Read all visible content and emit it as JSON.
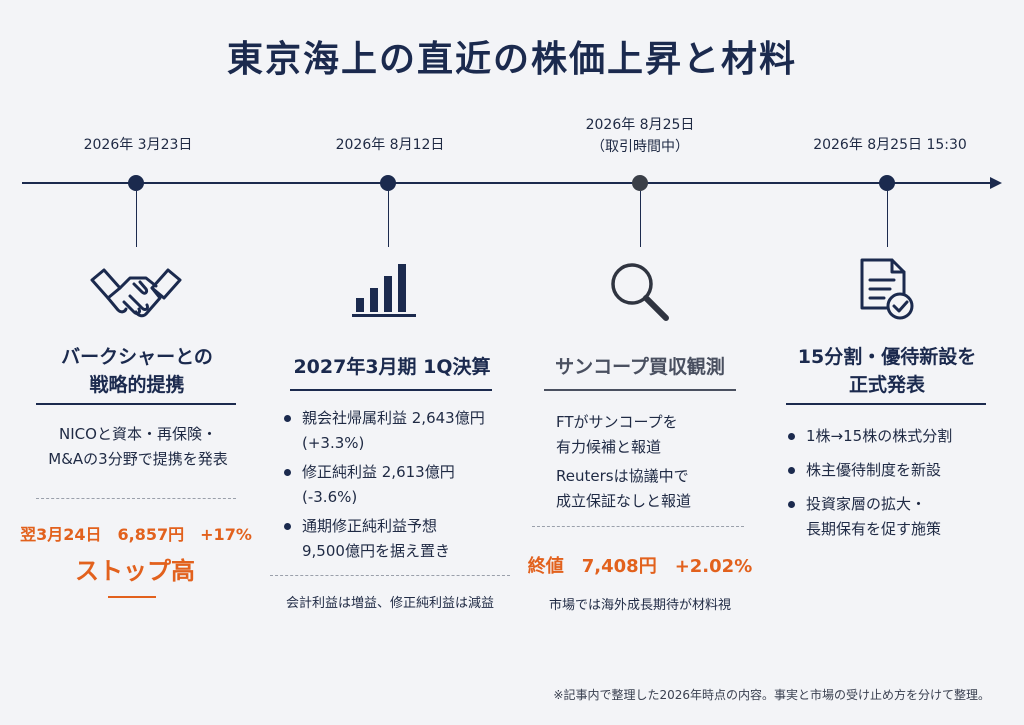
{
  "title": "東京海上の直近の株価上昇と材料",
  "events": [
    {
      "date": "2026年 3月23日",
      "heading_line1": "バークシャーとの",
      "heading_line2": "戦略的提携",
      "body_line1": "NICOと資本・再保険・",
      "body_line2": "M&Aの3分野で提携を発表",
      "result_line": "翌3月24日　6,857円　+17%",
      "result_big": "ストップ高"
    },
    {
      "date": "2026年 8月12日",
      "heading": "2027年3月期 1Q決算",
      "bullets": [
        {
          "line1": "親会社帰属利益 2,643億円",
          "line2": "(+3.3%)"
        },
        {
          "line1": "修正純利益 2,613億円",
          "line2": "(-3.6%)"
        },
        {
          "line1": "通期修正純利益予想",
          "line2": "9,500億円を据え置き"
        }
      ],
      "note": "会計利益は増益、修正純利益は減益"
    },
    {
      "date_line1": "2026年 8月25日",
      "date_line2": "（取引時間中）",
      "heading": "サンコープ買収観測",
      "para1_line1": "FTがサンコープを",
      "para1_line2": "有力候補と報道",
      "para2_line1": "Reutersは協議中で",
      "para2_line2": "成立保証なしと報道",
      "result_line": "終値　7,408円　+2.02%",
      "note": "市場では海外成長期待が材料視"
    },
    {
      "date": "2026年 8月25日 15:30",
      "heading_line1": "15分割・優待新設を",
      "heading_line2": "正式発表",
      "bullets": [
        "1株→15株の株式分割",
        "株主優待制度を新設",
        "投資家層の拡大・\n長期保有を促す施策"
      ],
      "bullet3_line1": "投資家層の拡大・",
      "bullet3_line2": "長期保有を促す施策"
    }
  ],
  "footnote": "※記事内で整理した2026年時点の内容。事実と市場の受け止め方を分けて整理。",
  "icons": [
    "handshake-icon",
    "bar-chart-icon",
    "magnifier-icon",
    "document-check-icon"
  ],
  "colors": {
    "navy": "#1b2a4e",
    "orange": "#e2611d",
    "background": "#f3f4f7"
  }
}
